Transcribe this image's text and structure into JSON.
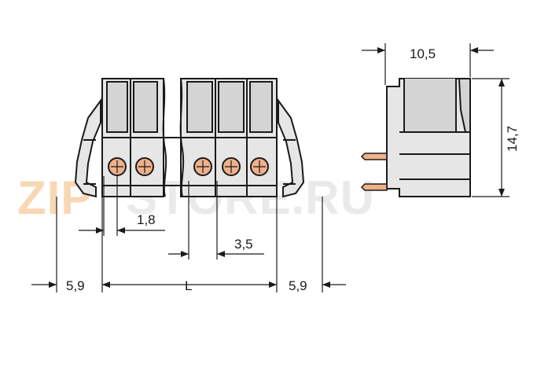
{
  "watermark": {
    "text_zip": "ZIP",
    "text_rest": "STORE.RU"
  },
  "dimensions": {
    "pin_offset": "1,8",
    "pitch": "3,5",
    "left_margin": "5,9",
    "length": "L",
    "right_margin": "5,9",
    "depth": "10,5",
    "height": "14,7"
  },
  "colors": {
    "housing": "#e6e6e6",
    "outline": "#1a1a1a",
    "pin_copper": "#f0b08a",
    "watermark_orange": "#f4b878"
  }
}
